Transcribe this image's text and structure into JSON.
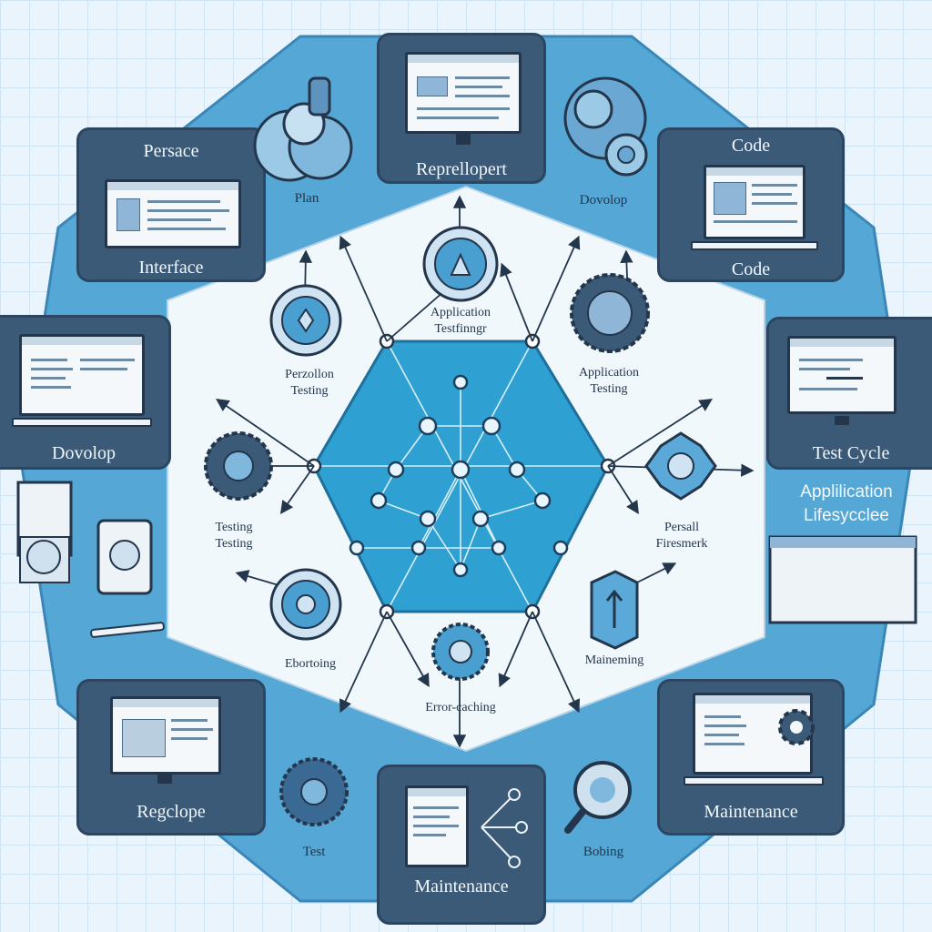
{
  "panels": {
    "top_left": {
      "title": "Persace",
      "subtitle": "Interface"
    },
    "top_center": {
      "title": "Reprellopert"
    },
    "top_right": {
      "title": "Code",
      "subtitle": "Code"
    },
    "left": {
      "title": "Dovolop"
    },
    "right": {
      "title": "Test Cycle"
    },
    "bottom_left": {
      "title": "Regclope"
    },
    "bottom_center": {
      "title": "Maintenance"
    },
    "bottom_right": {
      "title": "Maintenance"
    }
  },
  "outer_labels": {
    "plan": "Plan",
    "develop": "Dovolop",
    "test": "Test",
    "bobing": "Bobing",
    "lifecycle_line1": "Applilication",
    "lifecycle_line2": "Lifesycclee"
  },
  "inner_labels": {
    "app_testing_top_1": "Application",
    "app_testing_top_2": "Testfinngr",
    "perzollon_1": "Perzollon",
    "perzollon_2": "Testing",
    "app_testing_right_1": "Application",
    "app_testing_right_2": "Testing",
    "testing_left_1": "Testing",
    "testing_left_2": "Testing",
    "persall_1": "Persall",
    "persall_2": "Firesmerk",
    "ebortoing": "Ebortoing",
    "maineming": "Maineming",
    "error_caching": "Error-caching"
  },
  "colors": {
    "panel": "#3a5a78",
    "octagon": "#4ea2d3",
    "hexagon_light": "#eef7fc",
    "center_hexagon": "#2a9fd0",
    "ink": "#23364b"
  },
  "icons": [
    "brain-icon",
    "gear-cluster-icon",
    "magnifier-icon",
    "badge-icon",
    "gear-icon",
    "arrow-badge-icon",
    "pen-icon"
  ]
}
